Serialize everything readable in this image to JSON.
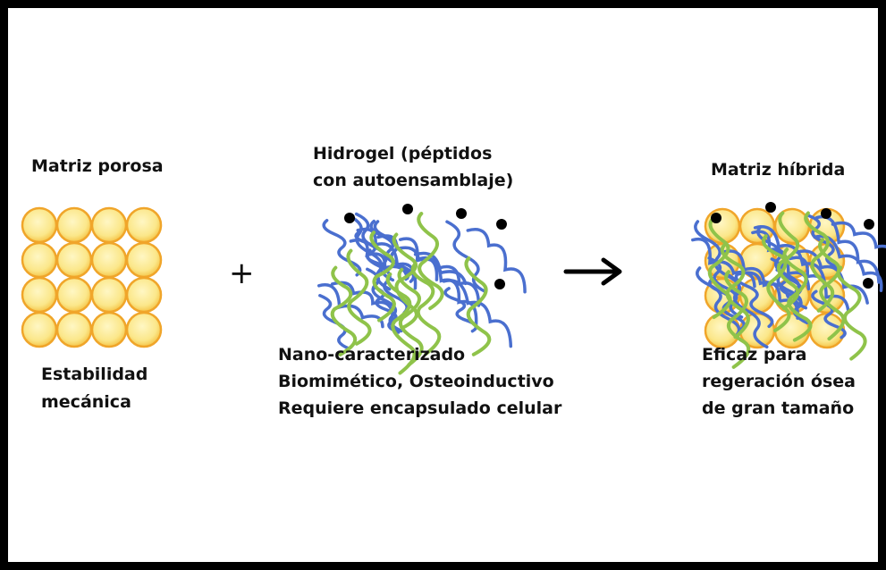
{
  "left_panel": {
    "title": "Matriz porosa",
    "caption_lines": [
      "Estabilidad",
      "mecánica"
    ]
  },
  "operator_plus": "+",
  "middle_panel": {
    "title_lines": [
      "Hidrogel (péptidos",
      "con autoensamblaje)"
    ],
    "caption_lines": [
      "Nano-caracterizado",
      "Biomimético, Osteoinductivo",
      "Requiere encapsulado celular"
    ]
  },
  "arrow_symbol": "→",
  "right_panel": {
    "title": "Matriz híbrida",
    "caption_lines": [
      "Eficaz para",
      "regeración ósea",
      "de gran tamaño"
    ]
  },
  "colors": {
    "frame": "#000000",
    "sphere_fill": "#fbe78a",
    "sphere_edge": "#f0a52a",
    "fiber_blue": "#4a6fcf",
    "fiber_green": "#8fc34a",
    "peptide_dot": "#000000"
  }
}
